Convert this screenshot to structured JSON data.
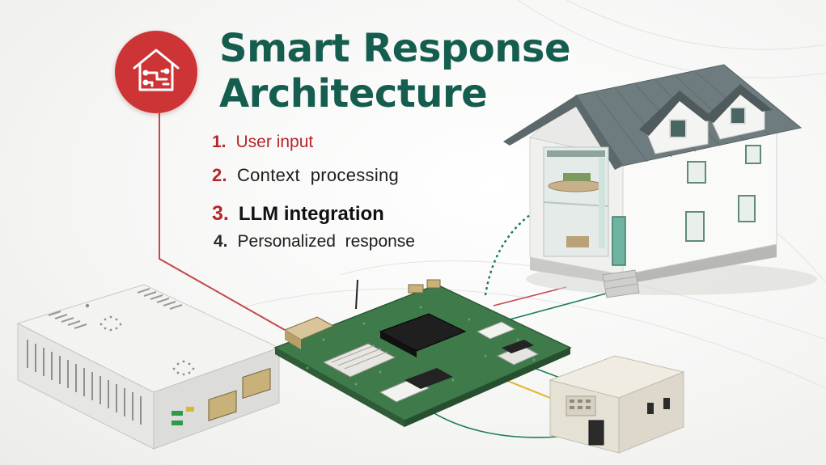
{
  "header": {
    "title_line_1": "Smart Response",
    "title_line_2": "Architecture"
  },
  "steps": [
    {
      "number": "1.",
      "label": "User input"
    },
    {
      "number": "2.",
      "label": "Context  processing"
    },
    {
      "number": "3.",
      "label": "LLM integration"
    },
    {
      "number": "4.",
      "label": "Personalized  response"
    }
  ],
  "icons": {
    "badge": "smart-home-circuit-icon"
  },
  "colors": {
    "title": "#155e4f",
    "accent_red": "#b6252c",
    "badge": "#cd3436",
    "connector_green": "#1f7a5a",
    "connector_red": "#c24a4a",
    "connector_yellow": "#e3b52b",
    "roof": "#6f7c7f",
    "house_wall": "#f2f2f0",
    "pcb": "#3f7a4a"
  }
}
